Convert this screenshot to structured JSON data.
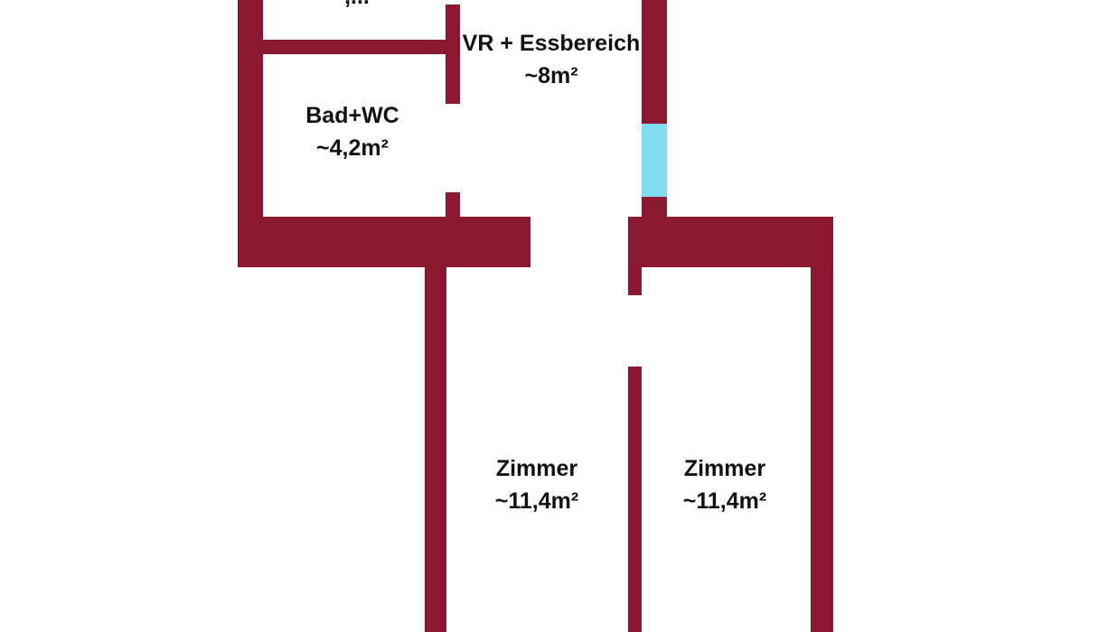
{
  "colors": {
    "wall": "#8B1730",
    "window": "#7FDBF2",
    "background": "#FFFFFF",
    "text": "#111111"
  },
  "rooms": {
    "top_partial": {
      "name": "",
      "area": ",..."
    },
    "vr_ess": {
      "name": "VR + Essbereich",
      "area": "~8m²"
    },
    "bad_wc": {
      "name": "Bad+WC",
      "area": "~4,2m²"
    },
    "zimmer_left": {
      "name": "Zimmer",
      "area": "~11,4m²"
    },
    "zimmer_right": {
      "name": "Zimmer",
      "area": "~11,4m²"
    }
  }
}
